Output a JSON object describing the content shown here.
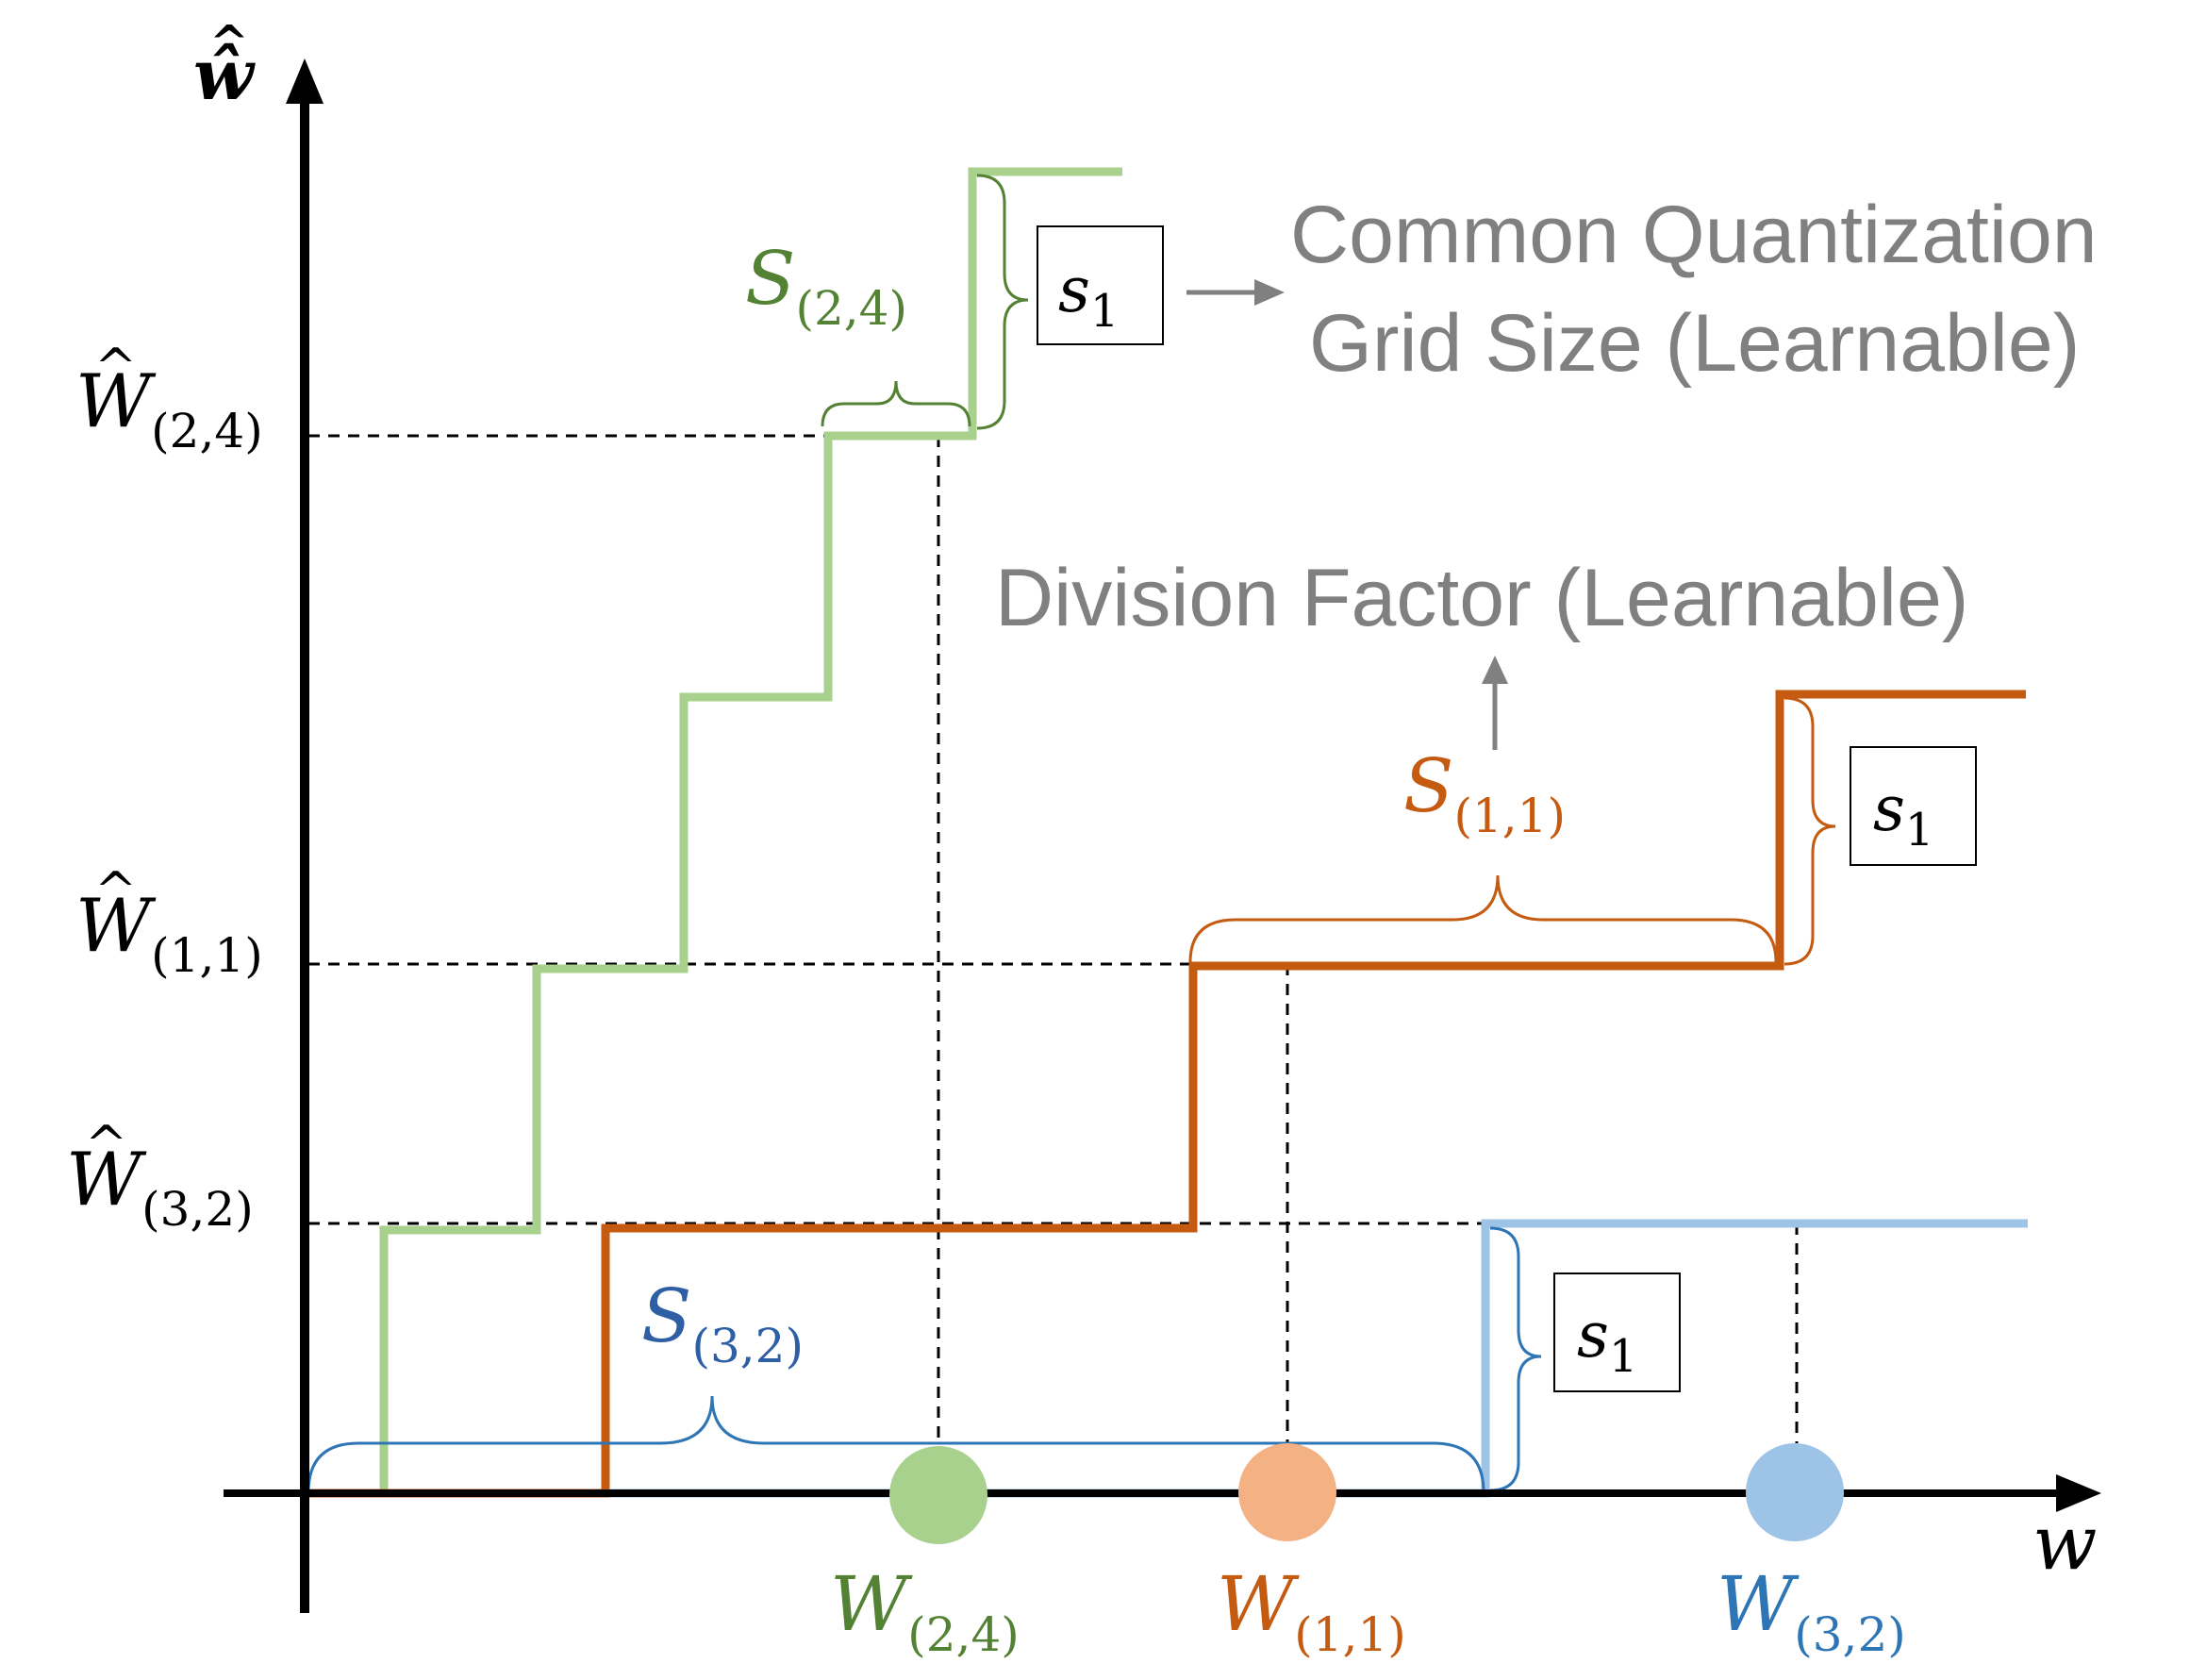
{
  "axes": {
    "x_label": "w",
    "y_label": "ŵ"
  },
  "y_ticks": [
    {
      "base": "W",
      "hat": "^",
      "sub": "(2,4)"
    },
    {
      "base": "W",
      "hat": "^",
      "sub": "(1,1)"
    },
    {
      "base": "W",
      "hat": "^",
      "sub": "(3,2)"
    }
  ],
  "x_points": [
    {
      "base": "W",
      "sub": "(2,4)",
      "color": "#548235",
      "marker_color": "#a9d18e"
    },
    {
      "base": "W",
      "sub": "(1,1)",
      "color": "#c55a11",
      "marker_color": "#f4b183"
    },
    {
      "base": "W",
      "sub": "(3,2)",
      "color": "#2e75b6",
      "marker_color": "#9dc3e6"
    }
  ],
  "step_sizes": [
    {
      "base": "S",
      "sub": "(2,4)",
      "color": "#548235"
    },
    {
      "base": "S",
      "sub": "(1,1)",
      "color": "#c55a11"
    },
    {
      "base": "S",
      "sub": "(3,2)",
      "color": "#2e5fa5"
    }
  ],
  "grid_boxes": [
    {
      "base": "s",
      "sub": "1"
    },
    {
      "base": "s",
      "sub": "1"
    },
    {
      "base": "s",
      "sub": "1"
    }
  ],
  "annotations": {
    "common_grid_line1": "Common Quantization",
    "common_grid_line2": "Grid Size (Learnable)",
    "division_factor": "Division Factor (Learnable)"
  },
  "colors": {
    "green_line": "#a9d18e",
    "orange_line": "#c55a11",
    "blue_line": "#9dc3e6",
    "annotation_gray": "#808080"
  }
}
